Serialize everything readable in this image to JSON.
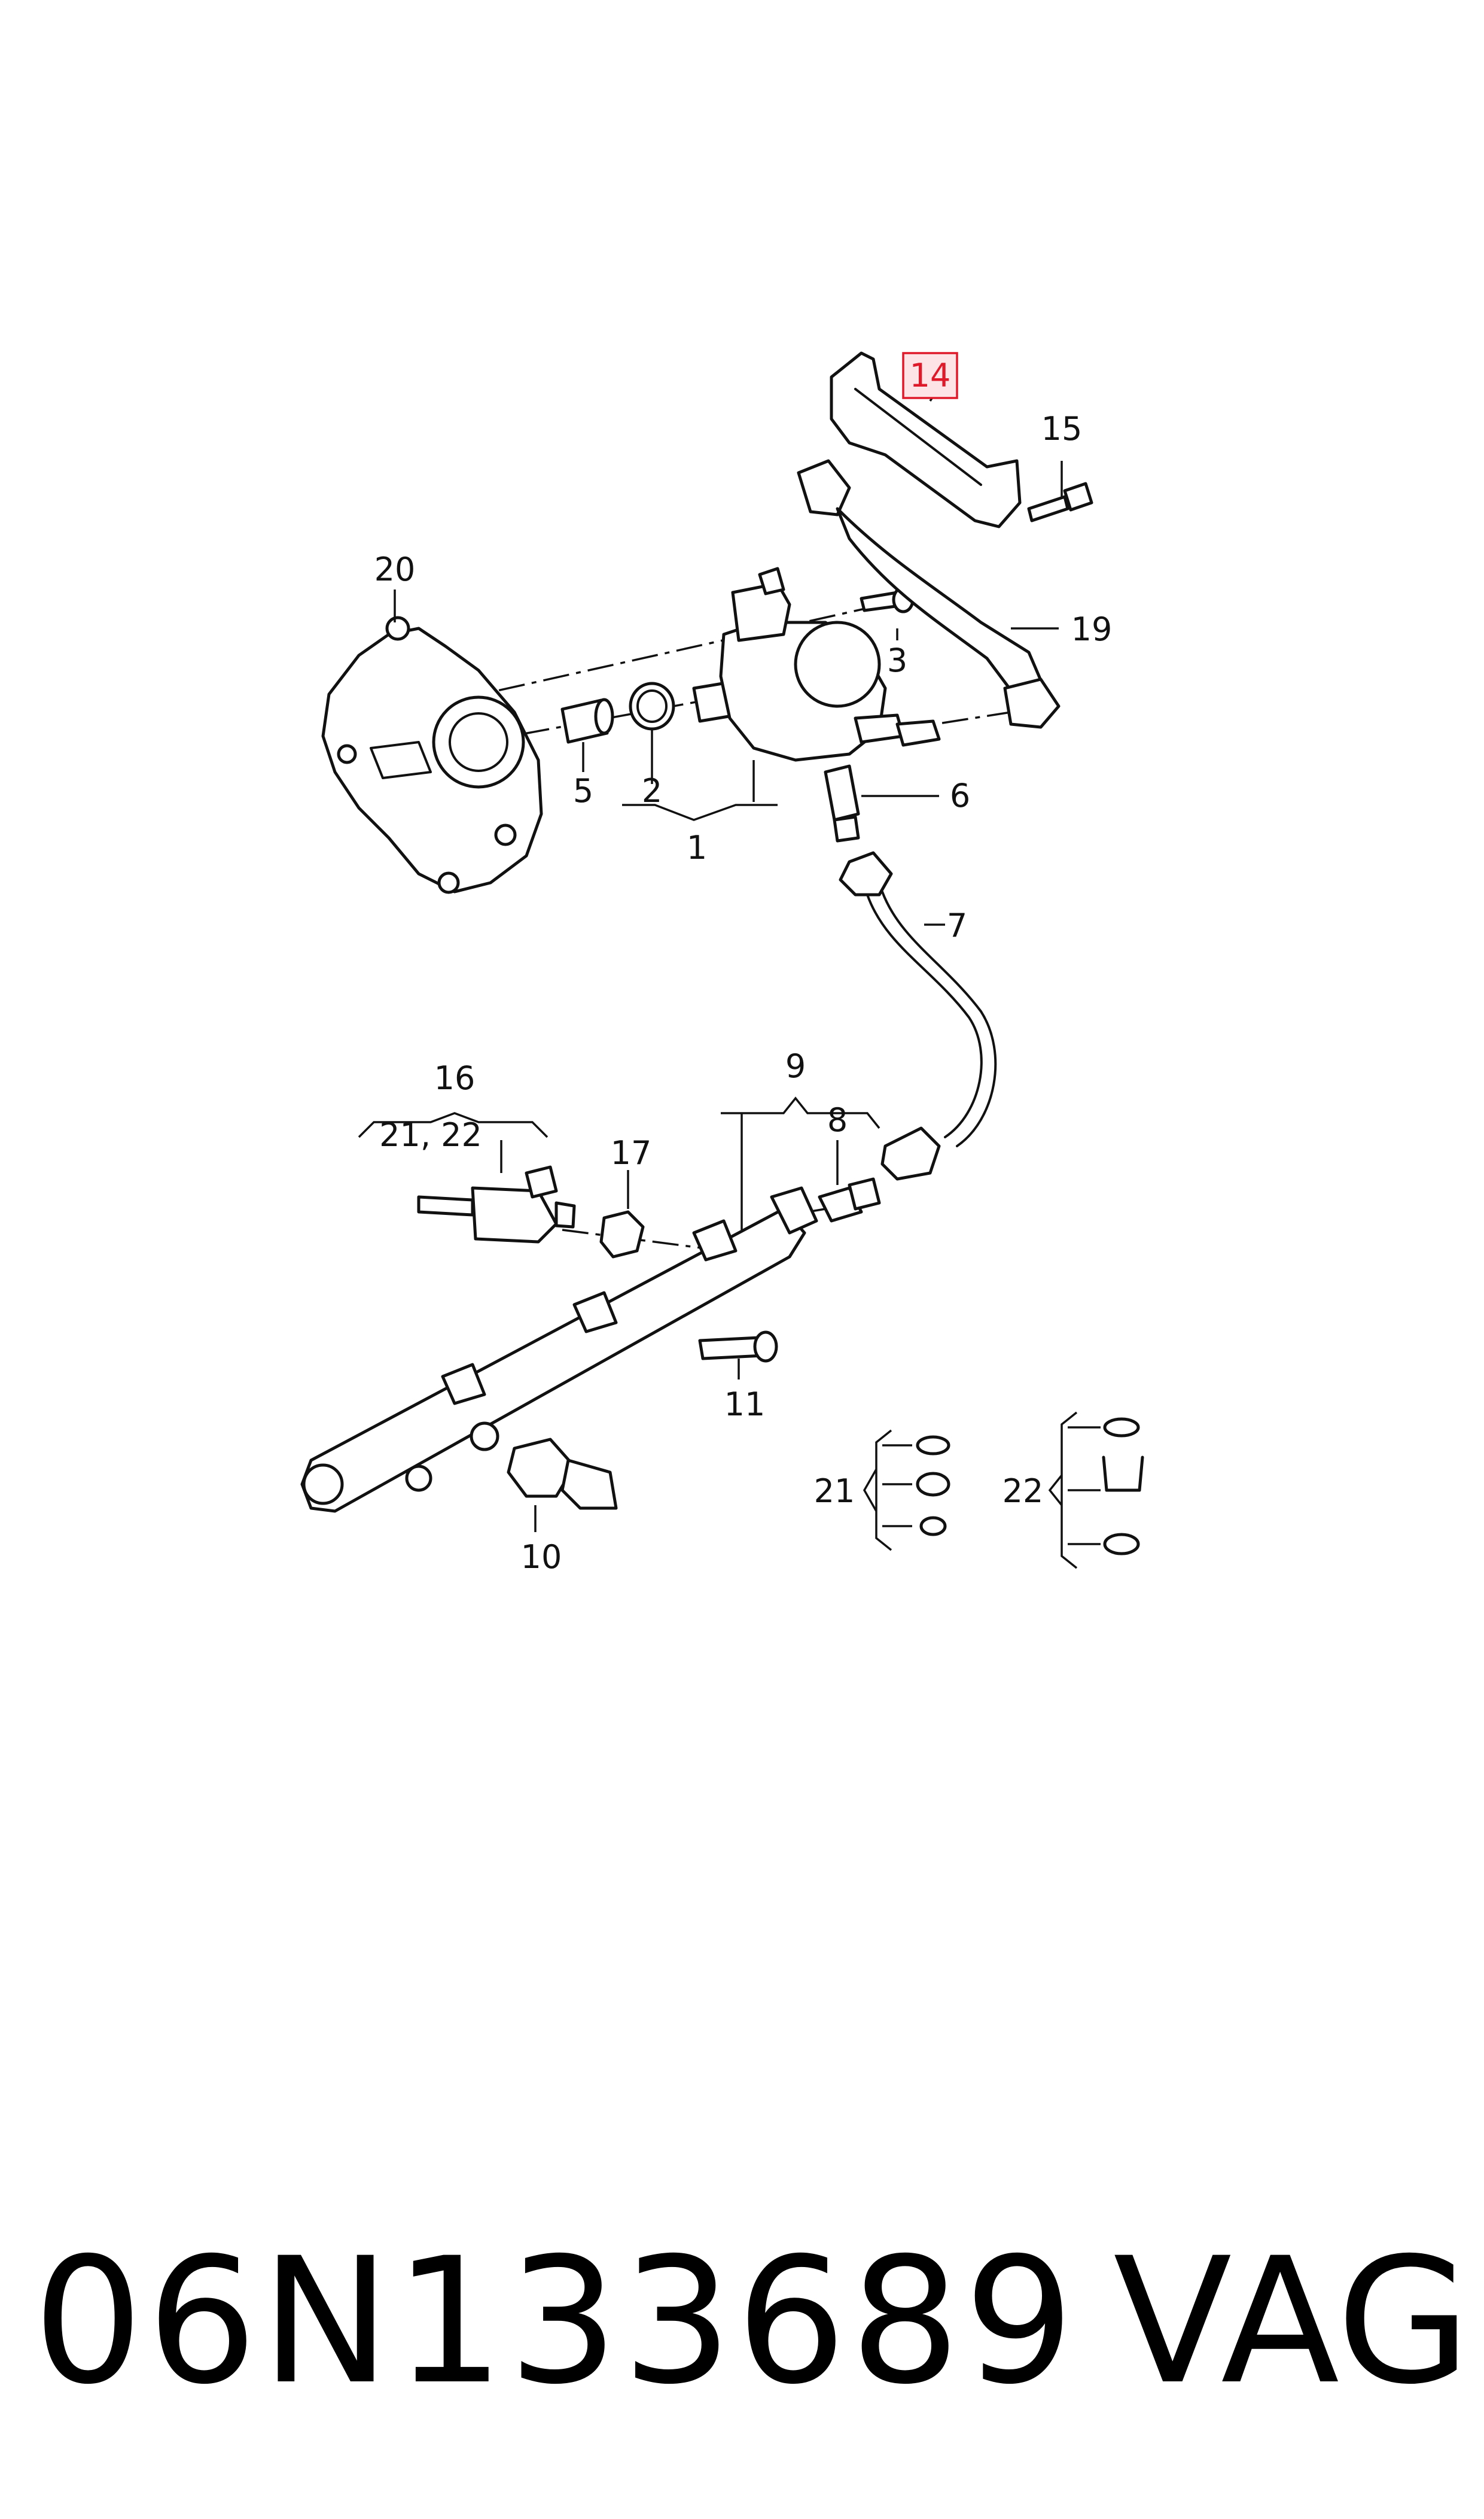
{
  "diagram": {
    "highlight_color": "#e0192a",
    "highlighted_callout": "14",
    "callouts": {
      "c1": "1",
      "c2": "2",
      "c3": "3",
      "c5": "5",
      "c6": "6",
      "c7": "7",
      "c8": "8",
      "c9": "9",
      "c10": "10",
      "c11": "11",
      "c14": "14",
      "c15": "15",
      "c16": "16",
      "c16sub": "21, 22",
      "c17": "17",
      "c19": "19",
      "c20": "20",
      "c21": "21",
      "c22": "22"
    }
  },
  "footer": {
    "part_number": "06N133689",
    "brand": "VAG"
  }
}
